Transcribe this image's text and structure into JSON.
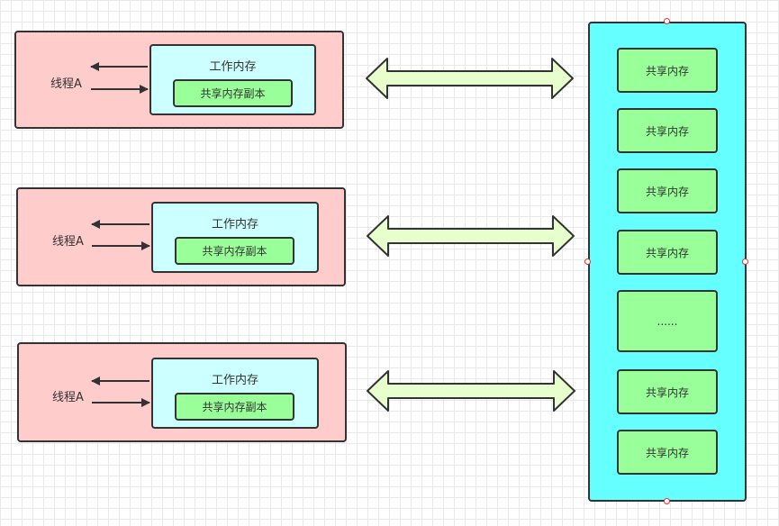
{
  "threads": [
    {
      "label": "线程A",
      "work_memory": "工作内存",
      "copy": "共享内存副本"
    },
    {
      "label": "线程A",
      "work_memory": "工作内存",
      "copy": "共享内存副本"
    },
    {
      "label": "线程A",
      "work_memory": "工作内存",
      "copy": "共享内存副本"
    }
  ],
  "main_memory": {
    "items": [
      "共享内存",
      "共享内存",
      "共享内存",
      "共享内存",
      "......",
      "共享内存",
      "共享内存"
    ]
  },
  "colors": {
    "thread_fill": "#ffcccc",
    "work_memory_fill": "#ccffff",
    "copy_fill": "#99ff99",
    "main_memory_fill": "#66ffff",
    "arrow_fill": "#e6ffcc",
    "stroke": "#333333"
  }
}
